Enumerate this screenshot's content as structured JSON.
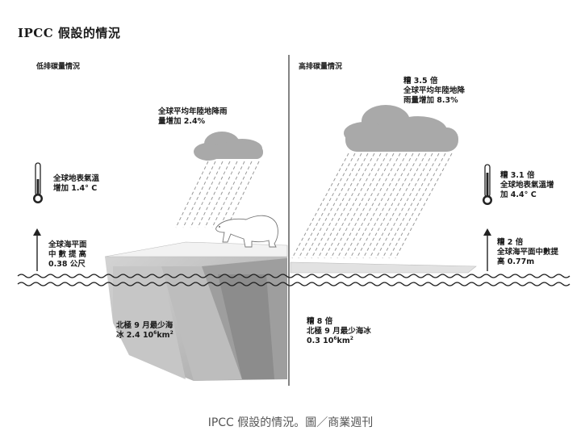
{
  "figure": {
    "title": "IPCC 假設的情況",
    "caption": "IPCC 假設的情況。圖／商業週刊"
  },
  "low": {
    "panel_title": "低排碳量情況",
    "rain": [
      "全球平均年陸地降雨",
      "量增加 2.4%"
    ],
    "temp": [
      "全球地表氣溫",
      "增加 1.4° C"
    ],
    "sea": [
      "全球海平面",
      "中數提高",
      "0.38 公尺"
    ],
    "ice_line1": "北極 9 月最少海",
    "ice_line2_pre": "冰 2.4 10",
    "ice_line2_sup": "6",
    "ice_line2_unit": "km",
    "ice_line2_sup2": "2"
  },
  "high": {
    "panel_title": "高排碳量情況",
    "rain": [
      "糟 3.5 倍",
      "全球平均年陸地降",
      "雨量增加 8.3%"
    ],
    "temp": [
      "糟 3.1 倍",
      "全球地表氣溫增",
      "加 4.4° C"
    ],
    "sea": [
      "糟 2 倍",
      "全球海平面中數提",
      "高 0.77m"
    ],
    "ice_line0": "糟 8 倍",
    "ice_line1": "北極 9 月最少海冰",
    "ice_line2_pre": "0.3 10",
    "ice_line2_sup": "6",
    "ice_line2_unit": "km",
    "ice_line2_sup2": "2"
  },
  "icons": [
    "thermometer-icon",
    "up-arrow-icon",
    "cloud-icon",
    "polar-bear-icon"
  ],
  "colors": {
    "ink": "#1a1a1a",
    "ice_light": "#e9e9e9",
    "ice_dark": "#b5b5b5",
    "cloud": "#a9a9a9"
  }
}
